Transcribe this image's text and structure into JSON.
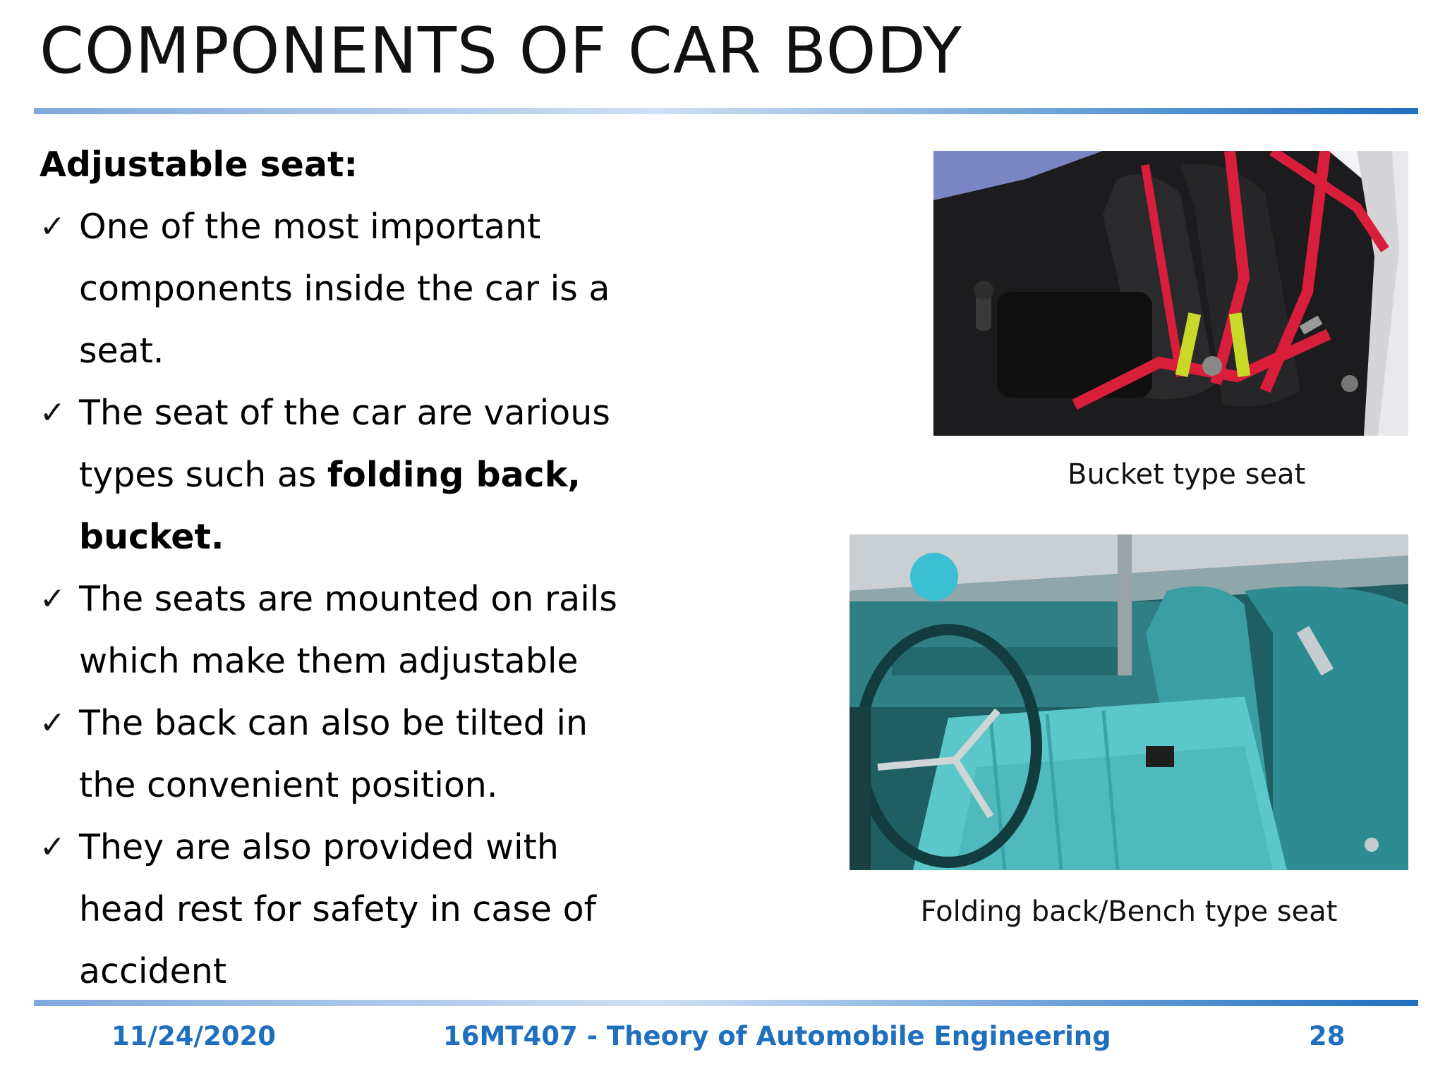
{
  "slide": {
    "title": "COMPONENTS OF CAR BODY",
    "heading": "Adjustable seat:",
    "check_glyph": "✓",
    "bullets": [
      {
        "lines": [
          [
            {
              "text": "One of the most important",
              "bold": false
            }
          ],
          [
            {
              "text": "components inside the car is a",
              "bold": false
            }
          ],
          [
            {
              "text": "seat.",
              "bold": false
            }
          ]
        ]
      },
      {
        "lines": [
          [
            {
              "text": "The seat of the car are various",
              "bold": false
            }
          ],
          [
            {
              "text": "types such as ",
              "bold": false
            },
            {
              "text": "folding back,",
              "bold": true
            }
          ],
          [
            {
              "text": "bucket.",
              "bold": true
            }
          ]
        ]
      },
      {
        "lines": [
          [
            {
              "text": "The seats are mounted on rails",
              "bold": false
            }
          ],
          [
            {
              "text": "which make them adjustable",
              "bold": false
            }
          ]
        ]
      },
      {
        "lines": [
          [
            {
              "text": "The back can also be tilted in",
              "bold": false
            }
          ],
          [
            {
              "text": "the convenient position.",
              "bold": false
            }
          ]
        ]
      },
      {
        "lines": [
          [
            {
              "text": "They are also provided with",
              "bold": false
            }
          ],
          [
            {
              "text": "head rest for safety in case of",
              "bold": false
            }
          ],
          [
            {
              "text": "accident",
              "bold": false
            }
          ]
        ]
      }
    ]
  },
  "images": {
    "bucket_caption": "Bucket type seat",
    "bench_caption": "Folding back/Bench type seat"
  },
  "footer": {
    "date": "11/24/2020",
    "course": "16MT407 - Theory of Automobile Engineering",
    "page": "28"
  },
  "colors": {
    "accent": "#1f6fbf",
    "belt_red": "#d81e3a",
    "seat_black": "#1a1a1a",
    "teal": "#2e8f94"
  }
}
